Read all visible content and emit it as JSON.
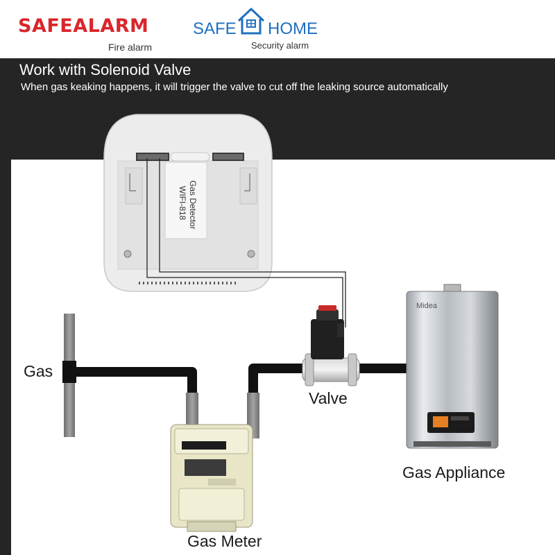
{
  "header": {
    "brand_primary": "SAFEALARM",
    "brand_primary_sub": "Fire alarm",
    "brand_secondary_left": "SAFE",
    "brand_secondary_right": "HOME",
    "brand_secondary_sub": "Security alarm",
    "title": "Work with Solenoid Valve",
    "subtitle": "When gas keaking happens, it will trigger the valve to cut off the leaking source automatically"
  },
  "device": {
    "label_line1": "Gas Detector",
    "label_line2": "WIFI-818"
  },
  "appliance": {
    "brand": "Midea"
  },
  "diagram": {
    "gas_label": "Gas",
    "valve_label": "Valve",
    "meter_label": "Gas Meter",
    "appliance_label": "Gas Appliance"
  },
  "colors": {
    "brand_red": "#d9262b",
    "brand_blue": "#1f6fbf",
    "background_dark": "#252525",
    "pipe": "#111111",
    "riser": "#8a8a8a"
  }
}
